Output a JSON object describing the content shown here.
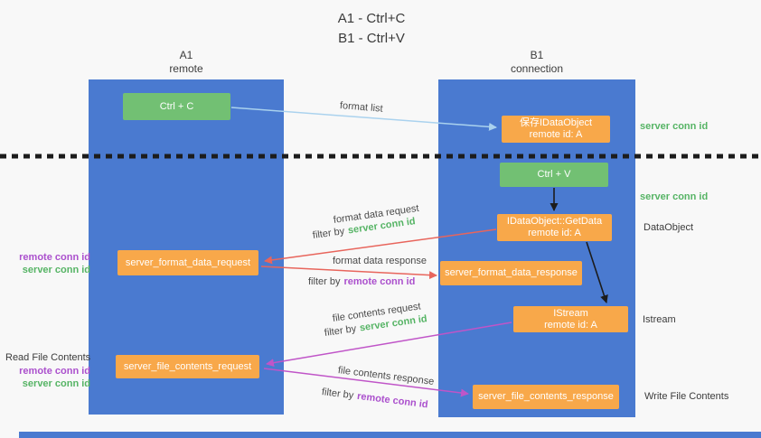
{
  "title": {
    "line1": "A1 - Ctrl+C",
    "line2": "B1 - Ctrl+V"
  },
  "columns": {
    "a": {
      "name": "A1",
      "subtitle": "remote"
    },
    "b": {
      "name": "B1",
      "subtitle": "connection"
    }
  },
  "nodes": {
    "ctrl_c": {
      "label": "Ctrl + C"
    },
    "ctrl_v": {
      "label": "Ctrl + V"
    },
    "save_dataobject": {
      "line1": "保存IDataObject",
      "line2": "remote id: A"
    },
    "getdata": {
      "line1": "IDataObject::GetData",
      "line2": "remote id: A"
    },
    "istream": {
      "line1": "IStream",
      "line2": "remote id: A"
    },
    "format_request": {
      "label": "server_format_data_request"
    },
    "format_response": {
      "label": "server_format_data_response"
    },
    "file_request": {
      "label": "server_file_contents_request"
    },
    "file_response": {
      "label": "server_file_contents_response"
    }
  },
  "arrows": {
    "format_list": {
      "label": "format list"
    },
    "format_data_request": {
      "label": "format data request",
      "filter_prefix": "filter by",
      "filter_key": "server conn id"
    },
    "format_data_response": {
      "label": "format data response",
      "filter_prefix": "filter by",
      "filter_key": "remote conn id"
    },
    "file_contents_request": {
      "label": "file contents request",
      "filter_prefix": "filter by",
      "filter_key": "server conn id"
    },
    "file_contents_response": {
      "label": "file contents response",
      "filter_prefix": "filter by",
      "filter_key": "remote conn id"
    }
  },
  "side_labels": {
    "server_conn_top": "server conn id",
    "server_conn_mid": "server conn id",
    "dataobject": "DataObject",
    "istream": "Istream",
    "write_file_contents": "Write File Contents",
    "read_file_contents": "Read File Contents",
    "remote_conn_1": "remote conn id",
    "server_conn_1": "server conn id",
    "remote_conn_2": "remote conn id",
    "server_conn_2": "server conn id"
  },
  "colors": {
    "column_blue": "#4a7ad0",
    "box_green": "#72c073",
    "box_orange": "#f8a84a",
    "text_green": "#56b465",
    "text_purple": "#ab50cd",
    "arrow_red": "#e8655c",
    "arrow_magenta": "#c055c8",
    "arrow_lightblue": "#aad2ee",
    "arrow_black": "#1c1c1c"
  }
}
